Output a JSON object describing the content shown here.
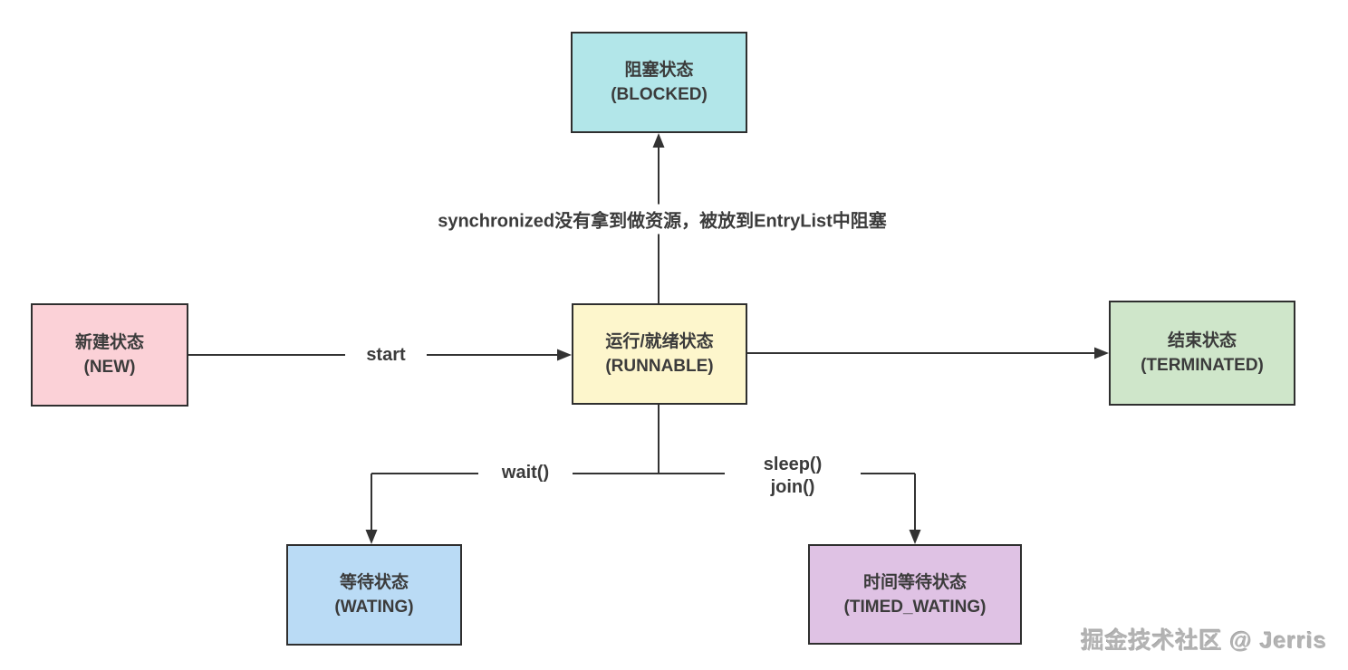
{
  "nodes": {
    "new": {
      "label_zh": "新建状态",
      "label_en": "(NEW)",
      "color": "#fbd1d7"
    },
    "runnable": {
      "label_zh": "运行/就绪状态",
      "label_en": "(RUNNABLE)",
      "color": "#fdf6cc"
    },
    "blocked": {
      "label_zh": "阻塞状态",
      "label_en": "(BLOCKED)",
      "color": "#b2e6e9"
    },
    "terminated": {
      "label_zh": "结束状态",
      "label_en": "(TERMINATED)",
      "color": "#cfe6ca"
    },
    "waiting": {
      "label_zh": "等待状态",
      "label_en": "(WATING)",
      "color": "#badbf5"
    },
    "timed_waiting": {
      "label_zh": "时间等待状态",
      "label_en": "(TIMED_WATING)",
      "color": "#dfc2e4"
    }
  },
  "edge_labels": {
    "start": "start",
    "to_blocked": "synchronized没有拿到做资源，被放到EntryList中阻塞",
    "wait": "wait()",
    "sleep": "sleep()",
    "join": "join()"
  },
  "watermark": "掘金技术社区 @ Jerris",
  "style": {
    "line_color": "#333333",
    "border_color": "#2f2f2f",
    "text_color": "#3b3b3b",
    "background": "#ffffff"
  }
}
